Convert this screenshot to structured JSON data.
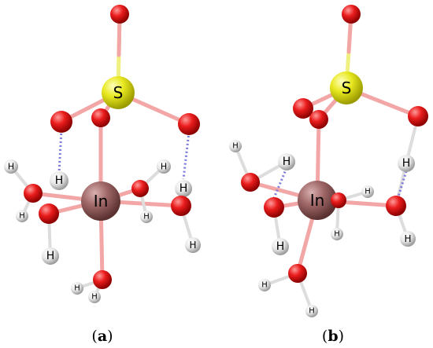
{
  "labels": {
    "sulfur": "S",
    "indium": "In",
    "hydrogen": "H"
  },
  "panels": [
    {
      "id": "a",
      "caption_open": "(",
      "caption_letter": "a",
      "caption_close": ")"
    },
    {
      "id": "b",
      "caption_open": "(",
      "caption_letter": "b",
      "caption_close": ")"
    }
  ],
  "colors": {
    "oxygen": "#e8151b",
    "sulfur": "#e6e61e",
    "indium": "#a46e6e",
    "hydrogen": "#e8e8e8",
    "bond_oxygen": "#f2a6a6",
    "bond_sulfur": "#f0f080",
    "hydrogen_bond": "#7a7ae0"
  }
}
